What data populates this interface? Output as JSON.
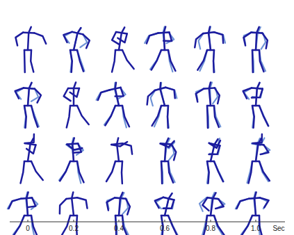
{
  "diagram": {
    "labels": [
      "0",
      "0.2",
      "0.4",
      "0.6",
      "0.8",
      "1.0",
      "Sec"
    ]
  }
}
